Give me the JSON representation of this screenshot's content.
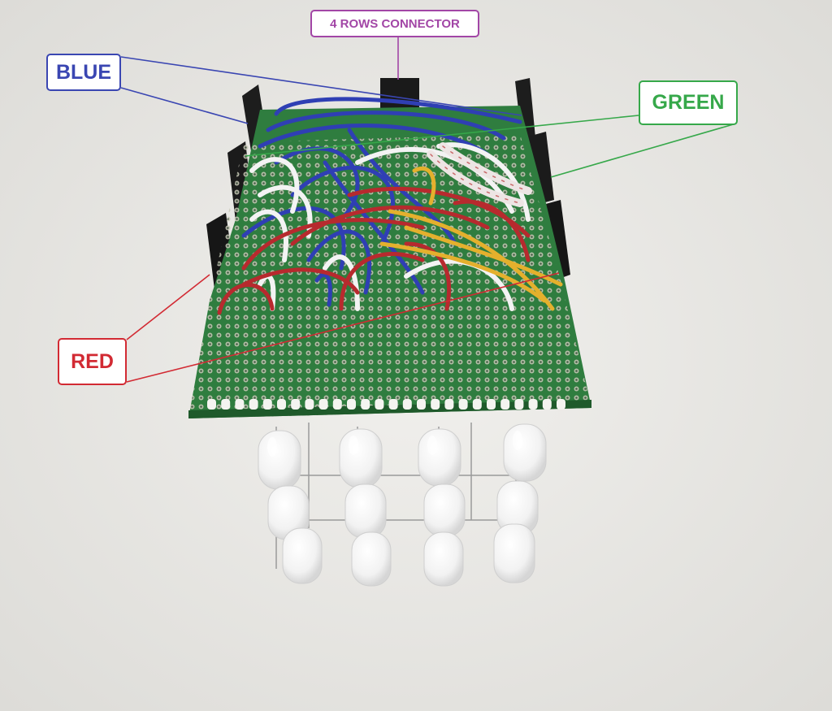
{
  "photo": {
    "subject": "4x4x4 RGB LED cube with perfboard wiring and header connectors"
  },
  "labels": {
    "rows_connector": "4 ROWS CONNECTOR",
    "blue": "BLUE",
    "green": "GREEN",
    "red": "RED"
  },
  "colors": {
    "rows_connector": "#a246a6",
    "blue": "#3a46b2",
    "green": "#36a84a",
    "red": "#d22a33",
    "pcb": "#2f7d3f",
    "floor": "#ecebe8"
  }
}
